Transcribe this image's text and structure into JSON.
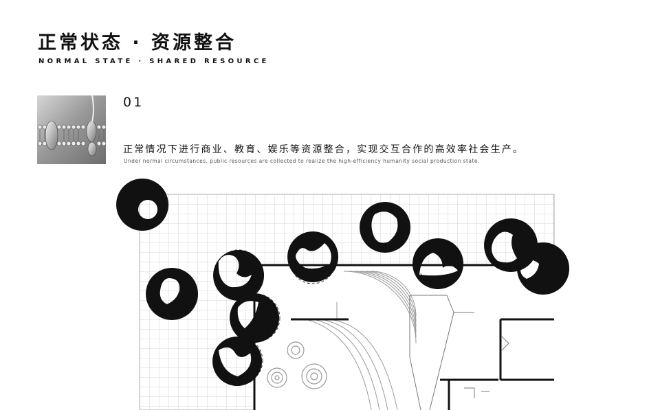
{
  "header": {
    "title_cn": "正常状态 · 资源整合",
    "title_en": "NORMAL STATE · SHARED RESOURCE"
  },
  "section": {
    "number": "01",
    "description_cn": "正常情况下进行商业、教育、娱乐等资源整合，实现交互合作的高效率社会生产。",
    "description_en": "Under normal circumstances, public resources are collected to realize the high-efficiency humanity social production state."
  },
  "colors": {
    "ink": "#111111",
    "grid": "#c8c8c8",
    "background": "#ffffff"
  }
}
